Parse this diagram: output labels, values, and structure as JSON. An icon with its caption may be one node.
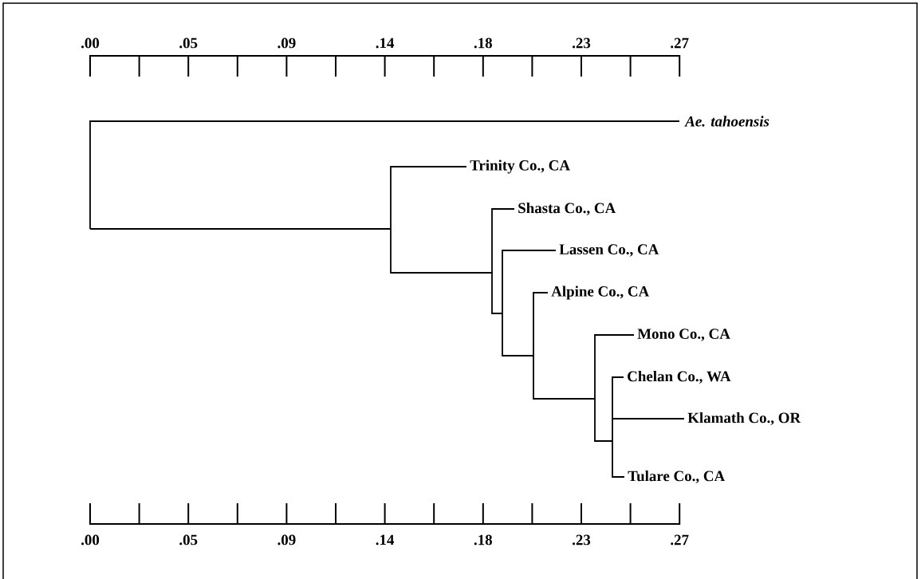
{
  "diagram": {
    "labels": [
      ".00",
      ".05",
      ".09",
      ".14",
      ".18",
      ".23",
      ".27",
      "Ae. tahoensis",
      "Trinity Co., CA",
      "Shasta Co., CA",
      "Lassen Co., CA",
      "Alpine Co., CA",
      "Mono Co., CA",
      "Chelan Co., WA",
      "Klamath Co., OR",
      "Tulare Co., CA",
      ".00",
      ".05",
      ".09",
      ".14",
      ".18",
      ".23",
      ".27"
    ]
  }
}
